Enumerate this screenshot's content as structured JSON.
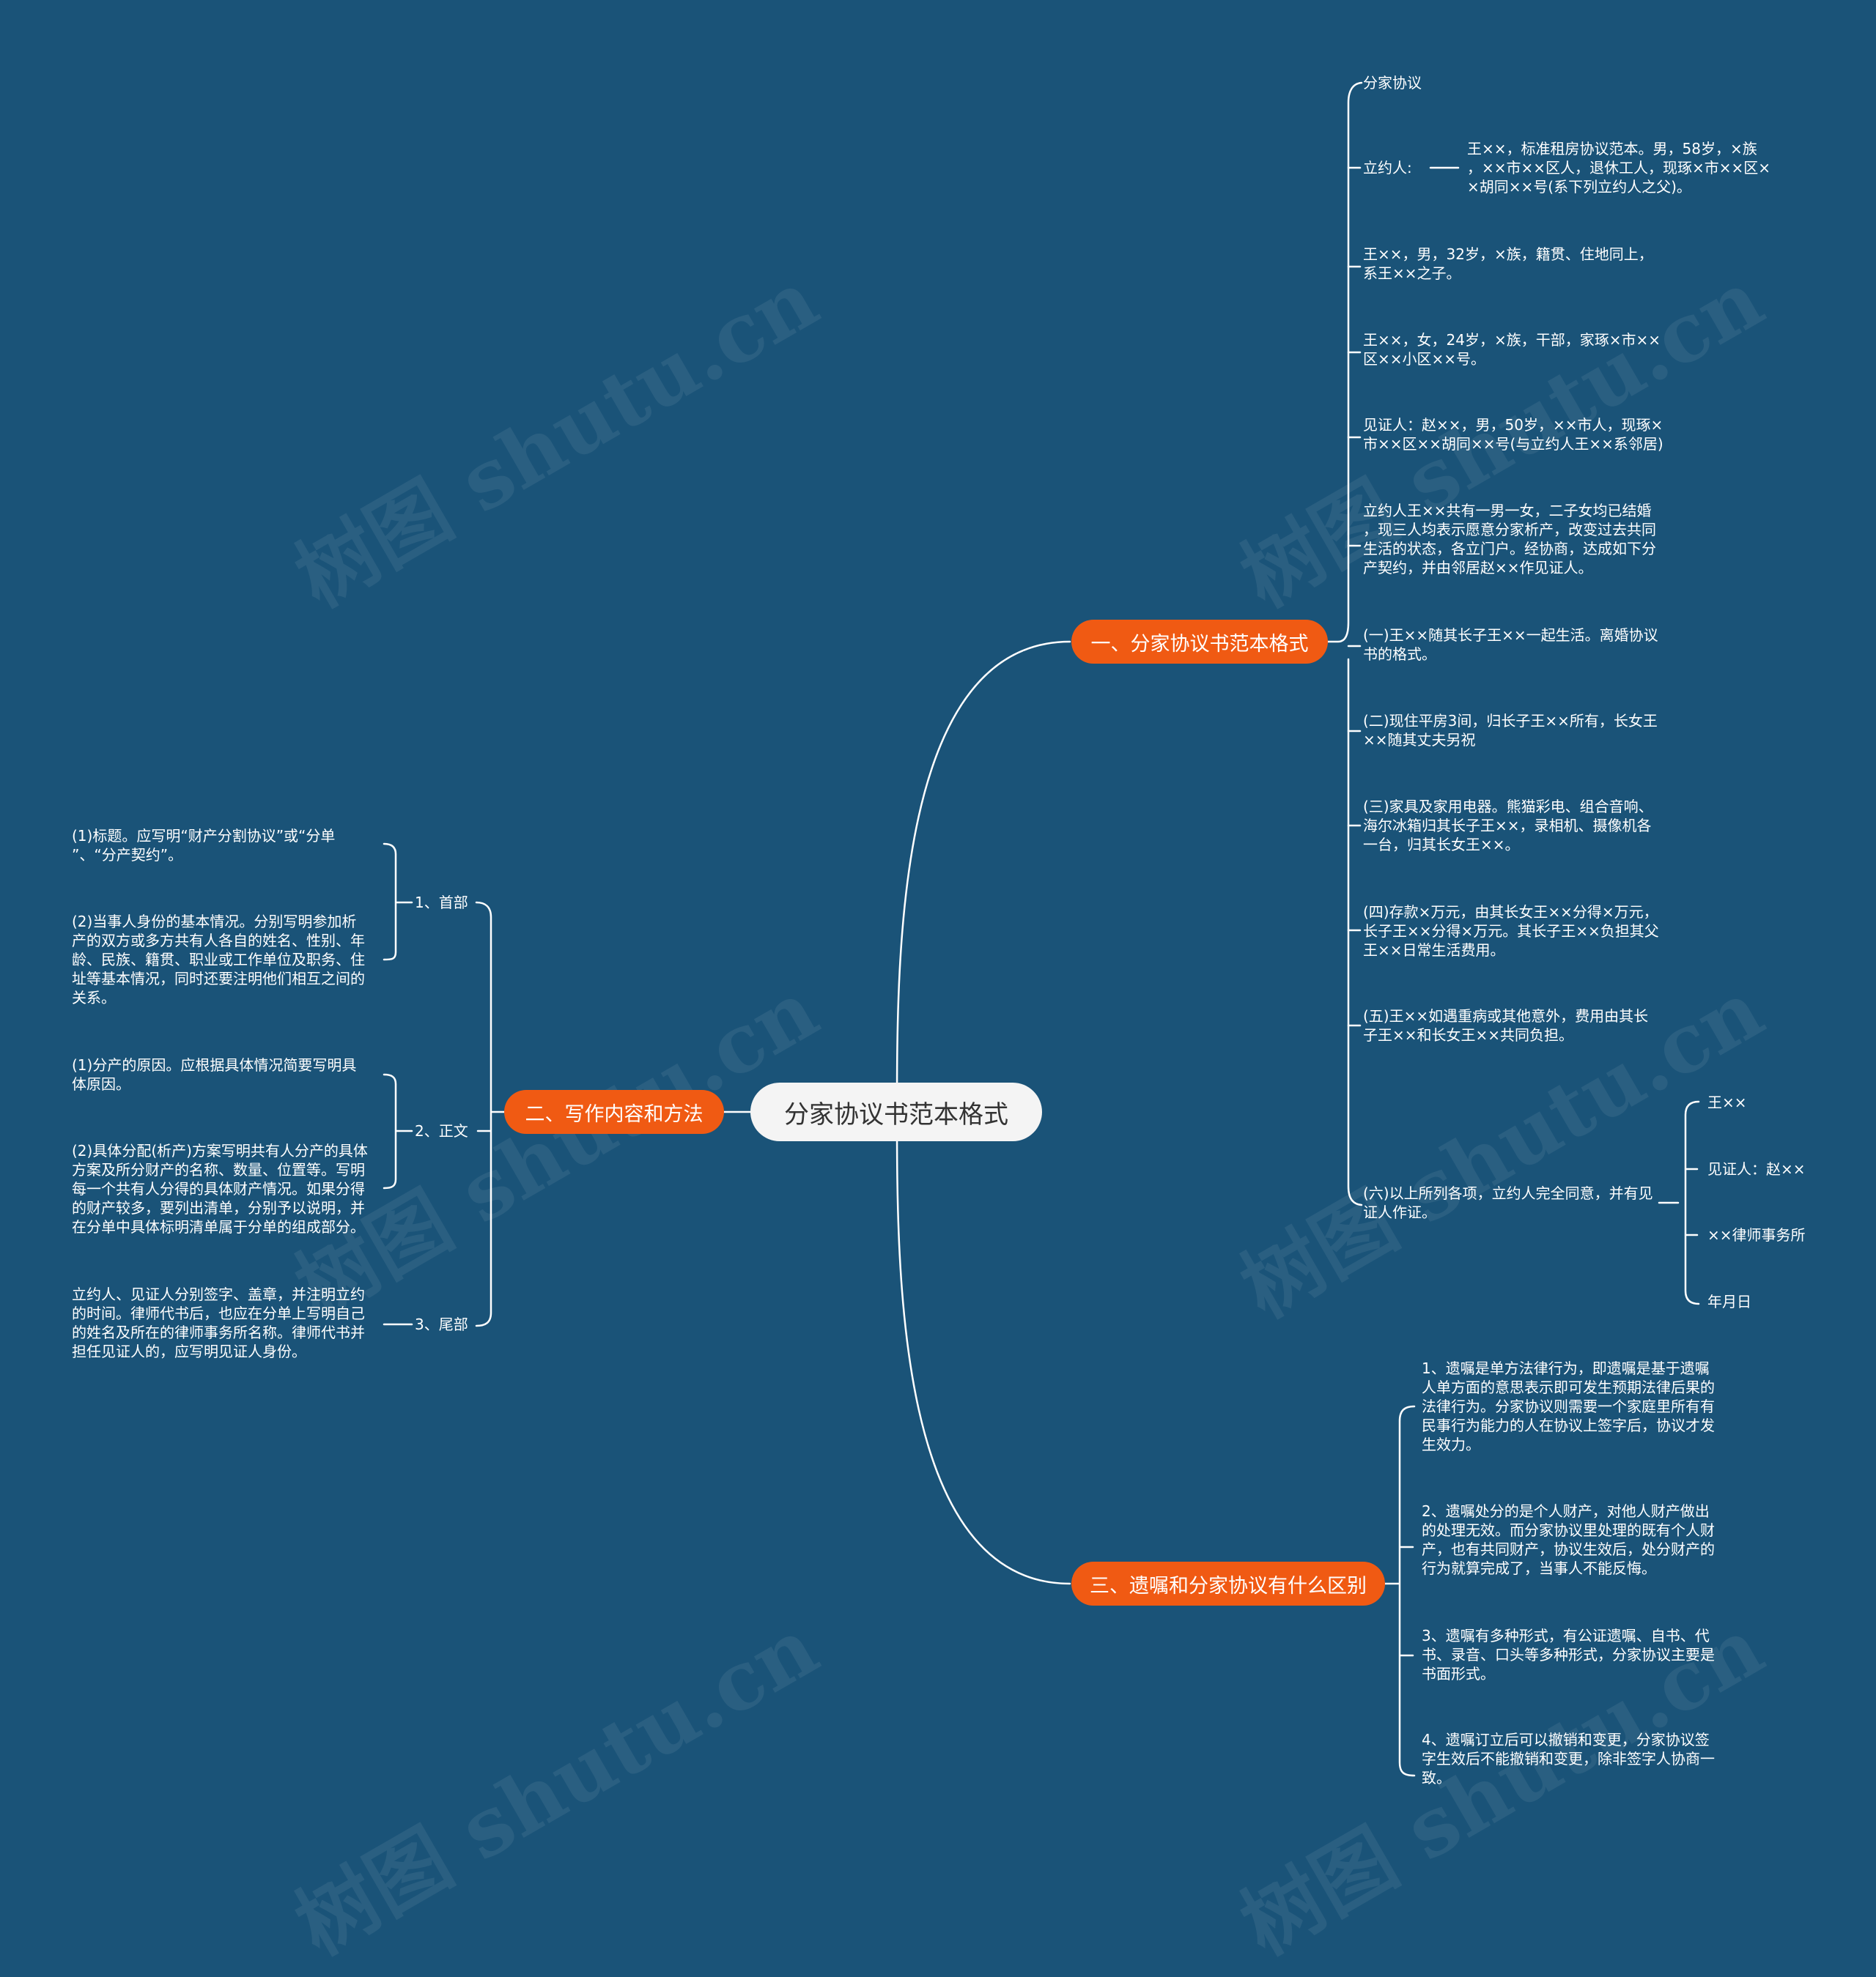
{
  "watermark": "树图 shutu.cn",
  "root": "分家协议书范本格式",
  "branch1": {
    "label": "一、分家协议书范本格式",
    "title": "分家协议",
    "parties": {
      "label": "立约人:",
      "detail": [
        "王××，标准租房协议范本。男，58岁，×族",
        "，××市××区人，退休工人，现琢×市××区×",
        "×胡同××号(系下列立约人之父)。"
      ]
    },
    "items": [
      [
        "王××，男，32岁，×族，籍贯、住地同上，",
        "系王××之子。"
      ],
      [
        "王××，女，24岁，×族，干部，家琢×市××",
        "区××小区××号。"
      ],
      [
        "见证人：赵××，男，50岁，××市人，现琢×",
        "市××区××胡同××号(与立约人王××系邻居)"
      ],
      [
        "立约人王××共有一男一女，二子女均已结婚",
        "，现三人均表示愿意分家析产，改变过去共同",
        "生活的状态，各立门户。经协商，达成如下分",
        "产契约，并由邻居赵××作见证人。"
      ],
      [
        "(一)王××随其长子王××一起生活。离婚协议",
        "书的格式。"
      ],
      [
        "(二)现住平房3间，归长子王××所有，长女王",
        "××随其丈夫另祝"
      ],
      [
        "(三)家具及家用电器。熊猫彩电、组合音响、",
        "海尔冰箱归其长子王××，录相机、摄像机各",
        "一台，归其长女王××。"
      ],
      [
        "(四)存款×万元，由其长女王××分得×万元，",
        "长子王××分得×万元。其长子王××负担其父",
        "王××日常生活费用。"
      ],
      [
        "(五)王××如遇重病或其他意外，费用由其长",
        "子王××和长女王××共同负担。"
      ]
    ],
    "last": {
      "text": [
        "(六)以上所列各项，立约人完全同意，并有见",
        "证人作证。"
      ],
      "signatures": [
        "王××",
        "见证人：赵××",
        "××律师事务所",
        "年月日"
      ]
    }
  },
  "branch2": {
    "label": "二、写作内容和方法",
    "subs": [
      {
        "label": "1、首部",
        "leaves": [
          [
            "(1)标题。应写明“财产分割协议”或“分单",
            "”、“分产契约”。"
          ],
          [
            "(2)当事人身份的基本情况。分别写明参加析",
            "产的双方或多方共有人各自的姓名、性别、年",
            "龄、民族、籍贯、职业或工作单位及职务、住",
            "址等基本情况，同时还要注明他们相互之间的",
            "关系。"
          ]
        ]
      },
      {
        "label": "2、正文",
        "leaves": [
          [
            "(1)分产的原因。应根据具体情况简要写明具",
            "体原因。"
          ],
          [
            "(2)具体分配(析产)方案写明共有人分产的具体",
            "方案及所分财产的名称、数量、位置等。写明",
            "每一个共有人分得的具体财产情况。如果分得",
            "的财产较多，要列出清单，分别予以说明，并",
            "在分单中具体标明清单属于分单的组成部分。"
          ]
        ]
      },
      {
        "label": "3、尾部",
        "leaves": [
          [
            "立约人、见证人分别签字、盖章，并注明立约",
            "的时间。律师代书后，也应在分单上写明自己",
            "的姓名及所在的律师事务所名称。律师代书并",
            "担任见证人的，应写明见证人身份。"
          ]
        ]
      }
    ]
  },
  "branch3": {
    "label": "三、遗嘱和分家协议有什么区别",
    "items": [
      [
        "1、遗嘱是单方法律行为，即遗嘱是基于遗嘱",
        "人单方面的意思表示即可发生预期法律后果的",
        "法律行为。分家协议则需要一个家庭里所有有",
        "民事行为能力的人在协议上签字后，协议才发",
        "生效力。"
      ],
      [
        "2、遗嘱处分的是个人财产，对他人财产做出",
        "的处理无效。而分家协议里处理的既有个人财",
        "产，也有共同财产，协议生效后，处分财产的",
        "行为就算完成了，当事人不能反悔。"
      ],
      [
        "3、遗嘱有多种形式，有公证遗嘱、自书、代",
        "书、录音、口头等多种形式，分家协议主要是",
        "书面形式。"
      ],
      [
        "4、遗嘱订立后可以撤销和变更，分家协议签",
        "字生效后不能撤销和变更，除非签字人协商一",
        "致。"
      ]
    ]
  }
}
